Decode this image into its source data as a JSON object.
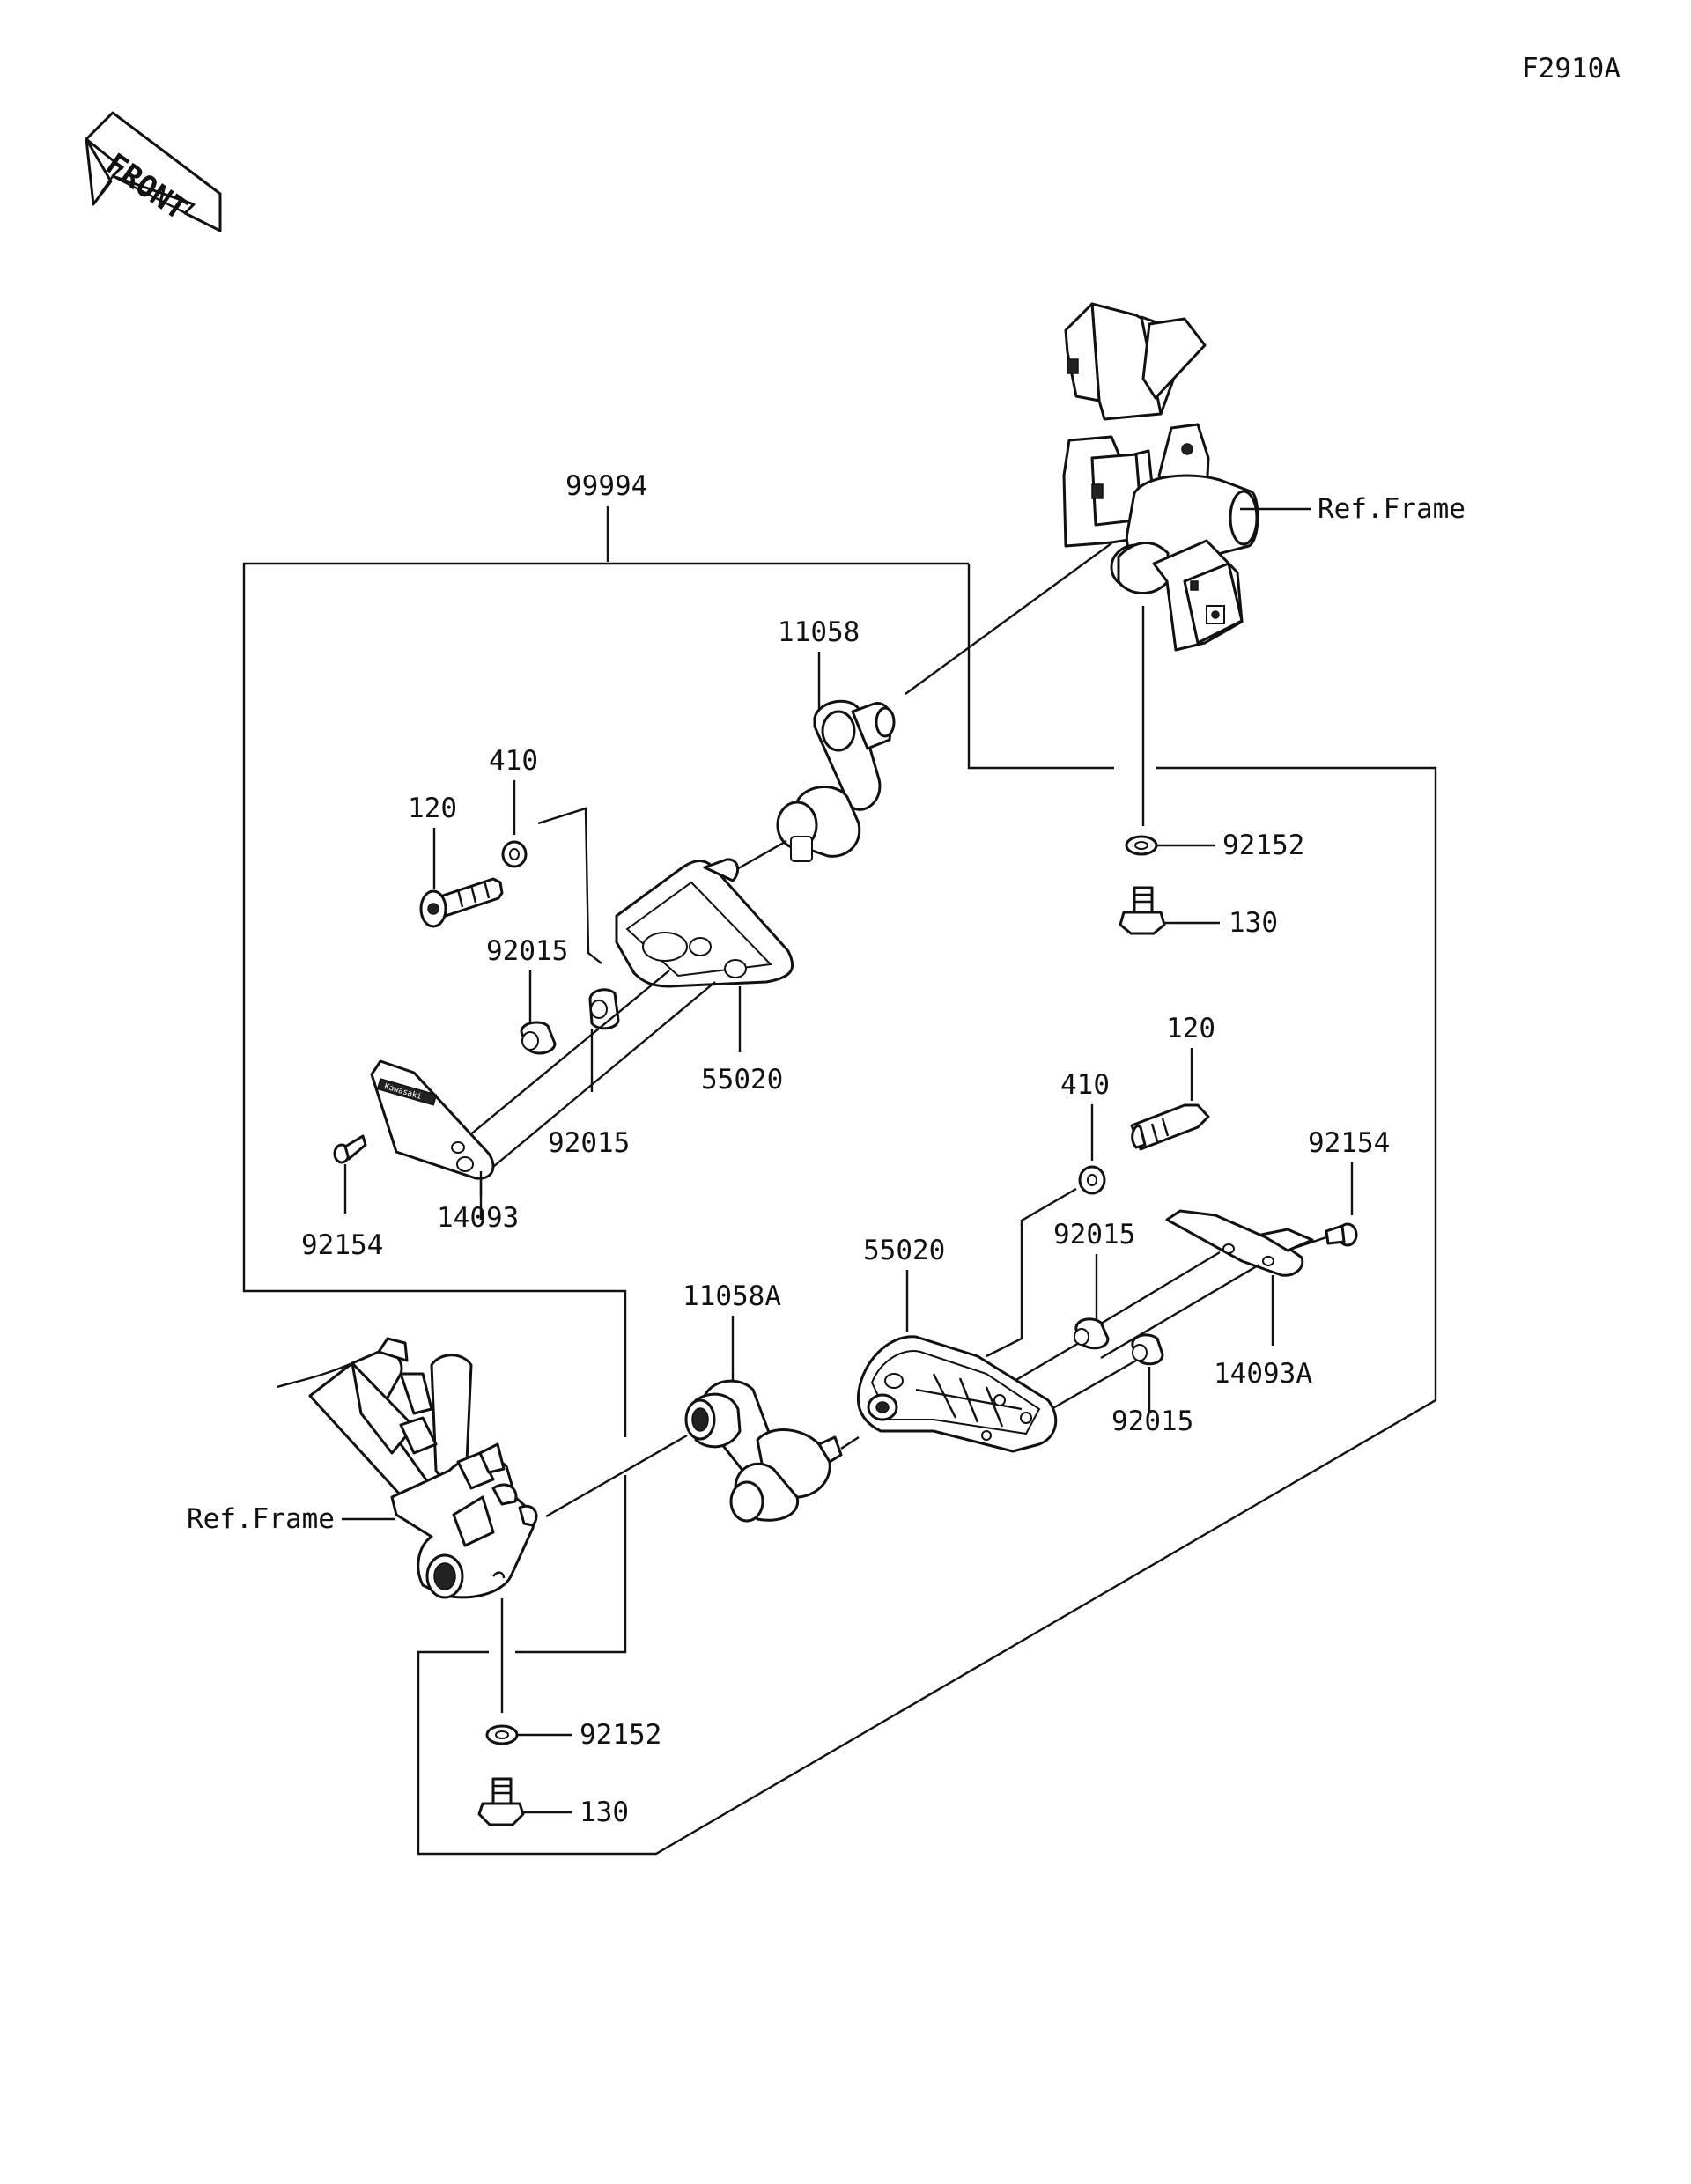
{
  "diagram_code": "F2910A",
  "front_arrow_label": "FRONT",
  "labels": {
    "assembly": "99994",
    "ref_frame_top": "Ref.Frame",
    "ref_frame_bottom": "Ref.Frame",
    "p11058": "11058",
    "p11058a": "11058A",
    "p410_upper": "410",
    "p410_lower": "410",
    "p120_upper": "120",
    "p120_lower": "120",
    "p92015_u1": "92015",
    "p92015_u2": "92015",
    "p92015_l1": "92015",
    "p92015_l2": "92015",
    "p55020_upper": "55020",
    "p55020_lower": "55020",
    "p14093": "14093",
    "p14093a": "14093A",
    "p92154_upper": "92154",
    "p92154_lower": "92154",
    "p92152_upper": "92152",
    "p92152_lower": "92152",
    "p130_upper": "130",
    "p130_lower": "130",
    "slider_logo": "Kawasaki"
  },
  "colors": {
    "line": "#111111",
    "background": "#ffffff"
  }
}
